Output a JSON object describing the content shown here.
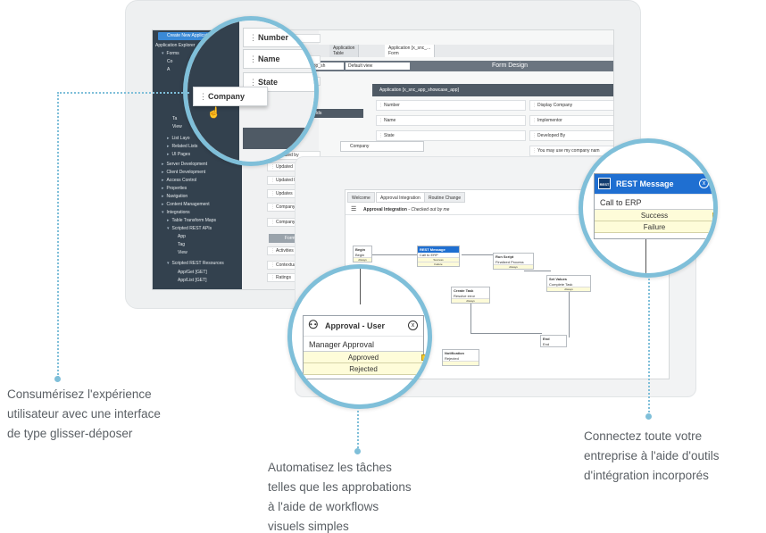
{
  "screen1": {
    "create_button": "Create New Application",
    "explorer_label": "Application Explorer",
    "nav_items": [
      "Forms",
      "Co",
      "A",
      "Ta",
      "View",
      "List Layo",
      "Related Lists",
      "UI Pages",
      "Server Development",
      "Client Development",
      "Access Control",
      "Properties",
      "Navigation",
      "Content Management",
      "Integrations",
      "Table Transform Maps",
      "Scripted REST APIs",
      "App",
      "Tag",
      "View",
      "Scripted REST Resources",
      "App/Get [GET]",
      "App/List [GET]"
    ],
    "tabs": [
      {
        "title": "Application",
        "sub": "Table"
      },
      {
        "title": "Application [x_snc_...",
        "sub": "Form"
      }
    ],
    "app_select": "app_sh",
    "view_select": "Default view",
    "toolbar_title": "Form Design",
    "palette_fields": [
      "Number",
      "Name",
      "State",
      "Updated by",
      "Updated",
      "Updated by",
      "Updates",
      "Company",
      "Company"
    ],
    "formatters_label": "Formatters",
    "formatters": [
      "Activities (filtered)",
      "Contextual Search R",
      "Ratings"
    ],
    "section_title": "Application [x_snc_app_showcase_app]",
    "form_fields_left": [
      "Number",
      "Name",
      "State"
    ],
    "form_fields_right": [
      "Display Company",
      "Implementor",
      "Developed By",
      "You may use my company nam"
    ],
    "drag_field": "Company",
    "fields_tab": "Fields"
  },
  "zoom1": {
    "fields": [
      "Number",
      "Name",
      "State"
    ],
    "drag_field": "Company"
  },
  "screen2": {
    "tabs": [
      "Welcome",
      "Approval Integration",
      "Routine Change"
    ],
    "header": "Approval Integration",
    "header_sub": "- Checked out by me",
    "nodes": [
      {
        "title": "Begin",
        "sub": "Begin"
      },
      {
        "title": "REST Message",
        "sub": "Call to ERP"
      },
      {
        "title": "Run Script",
        "sub": "Finalized Process"
      },
      {
        "title": "Set Values",
        "sub": "Complete Task"
      },
      {
        "title": "Create Task",
        "sub": "Resolve error"
      },
      {
        "title": "Notification",
        "sub": "Rejected"
      },
      {
        "title": "End",
        "sub": "End"
      }
    ],
    "outputs": [
      "Success",
      "Failure",
      "Always",
      "Always",
      "Always",
      "Always"
    ]
  },
  "rest_card": {
    "title": "REST Message",
    "subtitle": "Call to ERP",
    "outputs": [
      "Success",
      "Failure"
    ],
    "close_icon": "x"
  },
  "approval_card": {
    "title": "Approval - User",
    "subtitle": "Manager Approval",
    "outputs": [
      "Approved",
      "Rejected"
    ],
    "close_icon": "x"
  },
  "captions": {
    "left": [
      "Consumérisez l'expérience",
      "utilisateur avec une interface",
      "de type glisser-déposer"
    ],
    "bottom": [
      "Automatisez les tâches",
      "telles que les approbations",
      "à l'aide de workflows",
      "visuels simples"
    ],
    "right": [
      "Connectez toute votre",
      "entreprise à l'aide d'outils",
      "d'intégration incorporés"
    ]
  },
  "colors": {
    "accent": "#7fbfd9",
    "nav_bg": "#33414e",
    "port": "#f4cc2e",
    "rest_header": "#1f6fd1"
  }
}
